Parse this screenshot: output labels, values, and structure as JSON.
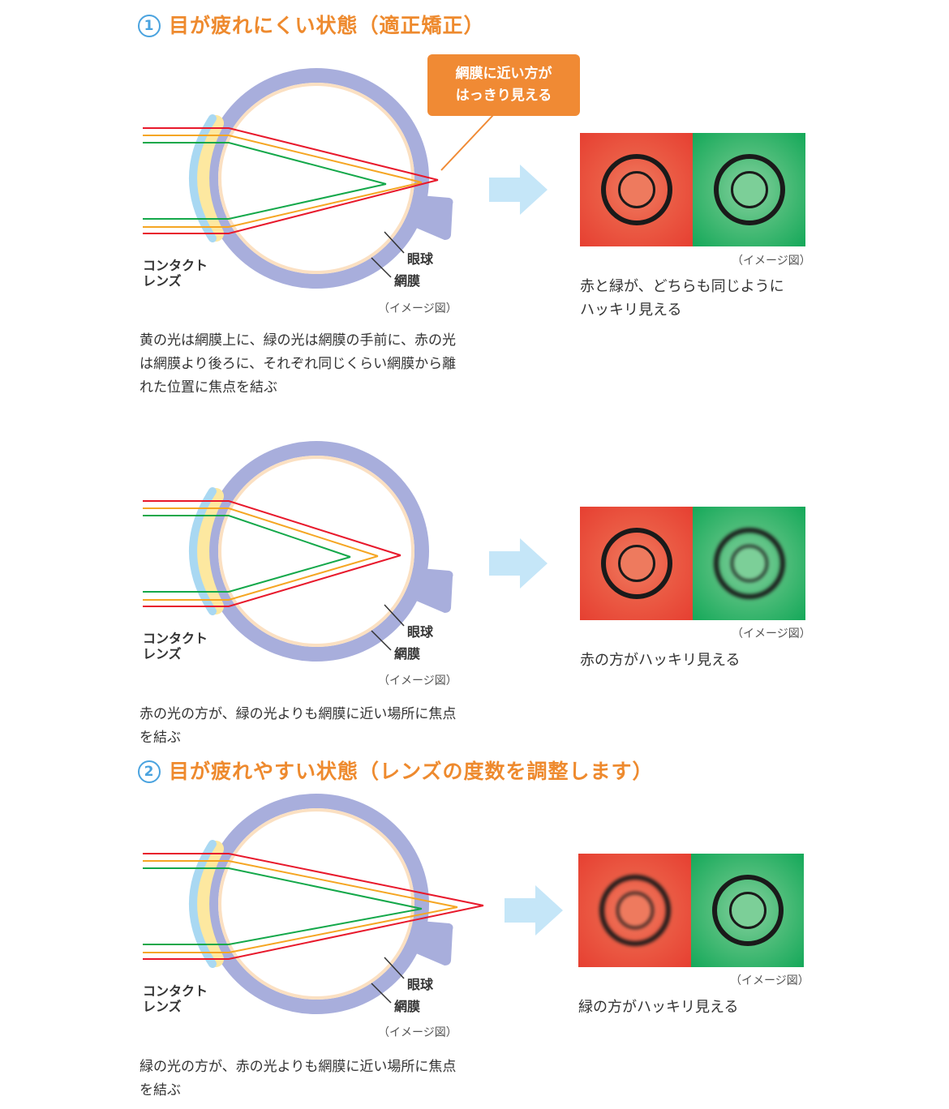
{
  "section1": {
    "number": "1",
    "title": "目が疲れにくい状態（適正矯正）",
    "callout": "網膜に近い方が\nはっきり見える"
  },
  "section2": {
    "number": "2",
    "title": "目が疲れやすい状態（レンズの度数を調整します）"
  },
  "eye_labels": {
    "contact_lens": "コンタクト\nレンズ",
    "eyeball": "眼球",
    "retina": "網膜",
    "image_caption": "（イメージ図）"
  },
  "diagrams": [
    {
      "description": "黄の光は網膜上に、緑の光は網膜の手前に、赤の光は網膜より後ろに、それぞれ同じくらい網膜から離れた位置に焦点を結ぶ",
      "result": "赤と緑が、どちらも同じように\nハッキリ見える",
      "red_sharp": true,
      "green_sharp": true
    },
    {
      "description": "赤の光の方が、緑の光よりも網膜に近い場所に焦点を結ぶ",
      "result": "赤の方がハッキリ見える",
      "red_sharp": true,
      "green_sharp": false
    },
    {
      "description": "緑の光の方が、赤の光よりも網膜に近い場所に焦点を結ぶ",
      "result": "緑の方がハッキリ見える",
      "red_sharp": false,
      "green_sharp": true
    }
  ],
  "colors": {
    "heading": "#ee8a2e",
    "ray_red": "#e8192c",
    "ray_orange": "#f5a623",
    "ray_green": "#14a84a",
    "eye_wall": "#a8aedc",
    "lens": "#a9d8f2",
    "crystalline": "#fde8a0",
    "arrow": "#c5e6f8"
  }
}
